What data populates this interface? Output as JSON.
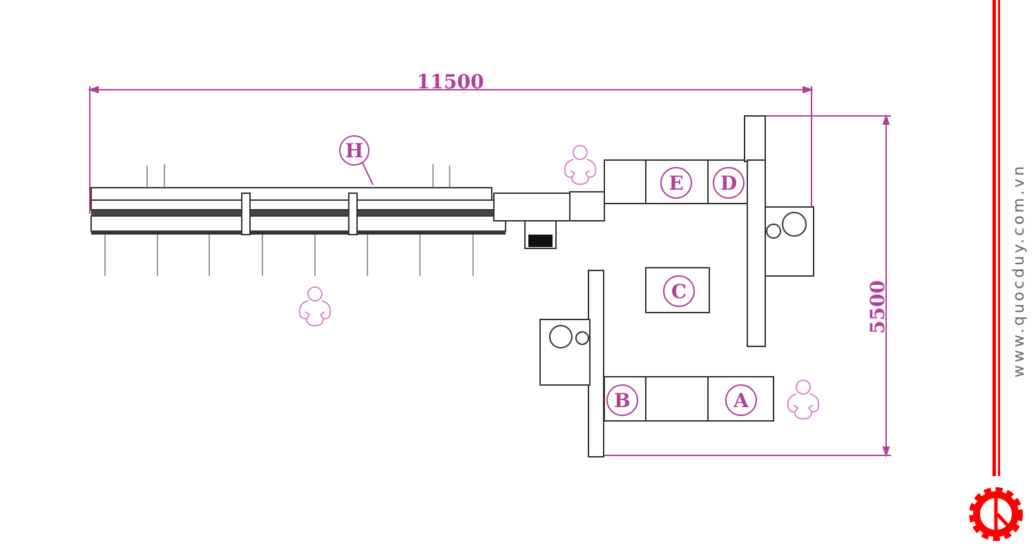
{
  "dimensions": {
    "width_mm": "11500",
    "depth_mm": "5500"
  },
  "stations": {
    "A": "A",
    "B": "B",
    "C": "C",
    "D": "D",
    "E": "E",
    "H": "H"
  },
  "brand": {
    "website": "www.quocduy.com.vn",
    "accent": "#ff0000",
    "annotation_color": "#b0419a"
  },
  "icons": [
    "operator-icon",
    "gear-logo-icon"
  ]
}
